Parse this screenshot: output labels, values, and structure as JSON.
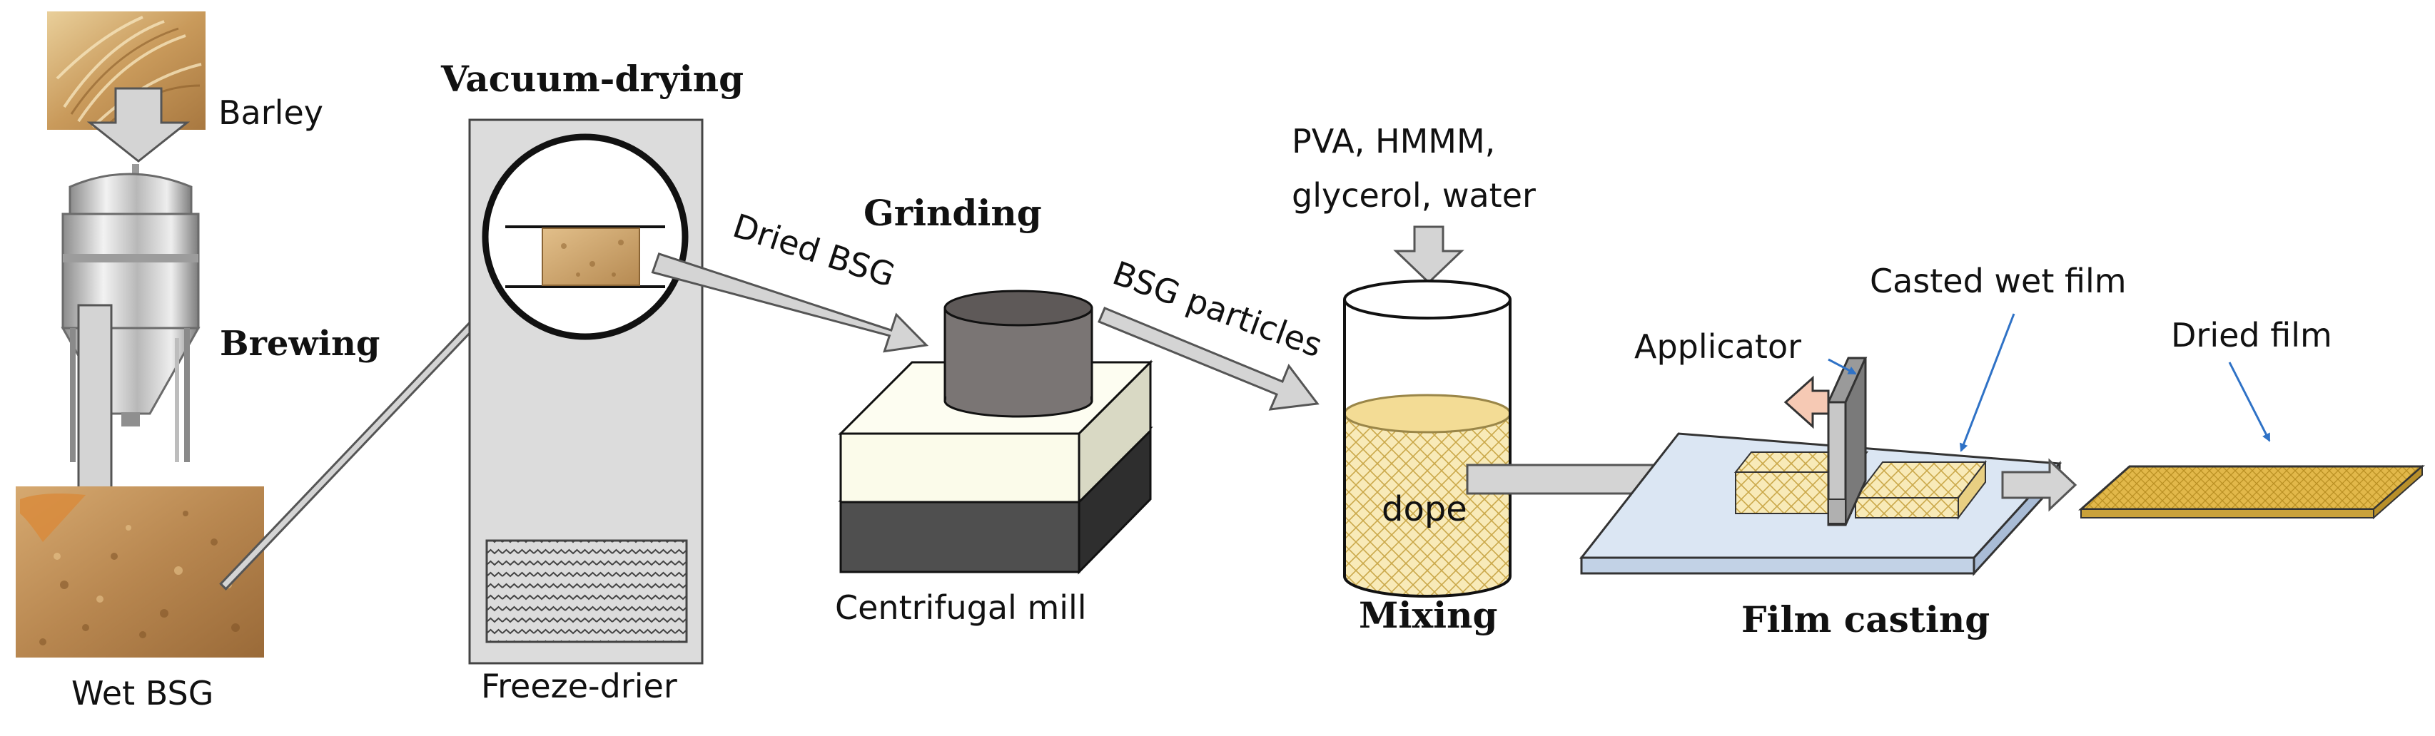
{
  "labels": {
    "barley": "Barley",
    "brewing": "Brewing",
    "wet_bsg": "Wet BSG",
    "vacuum_drying": "Vacuum-drying",
    "freeze_drier": "Freeze-drier",
    "dried_bsg": "Dried BSG",
    "grinding": "Grinding",
    "bsg_particles": "BSG particles",
    "centrifugal_mill": "Centrifugal mill",
    "additives_line1": "PVA, HMMM,",
    "additives_line2": "glycerol, water",
    "dope": "dope",
    "mixing": "Mixing",
    "applicator": "Applicator",
    "casted_wet_film": "Casted wet film",
    "film_casting": "Film  casting",
    "dried_film": "Dried film"
  },
  "colors": {
    "arrow_fill": "#d4d4d4",
    "arrow_stroke": "#555555",
    "freeze_drier_body": "#dcdcdc",
    "mill_top_block": "#fbfbea",
    "mill_base": "#4f4f4f",
    "mill_cylinder": "#7a7574",
    "dope_fill": "#f6e3a6",
    "casting_plate": "#dbe6f3",
    "dried_film": "#e2b84a",
    "callout_blue": "#2f72c6",
    "barley_photo": "#c99a5b",
    "wet_bsg_photo": "#b88750"
  }
}
